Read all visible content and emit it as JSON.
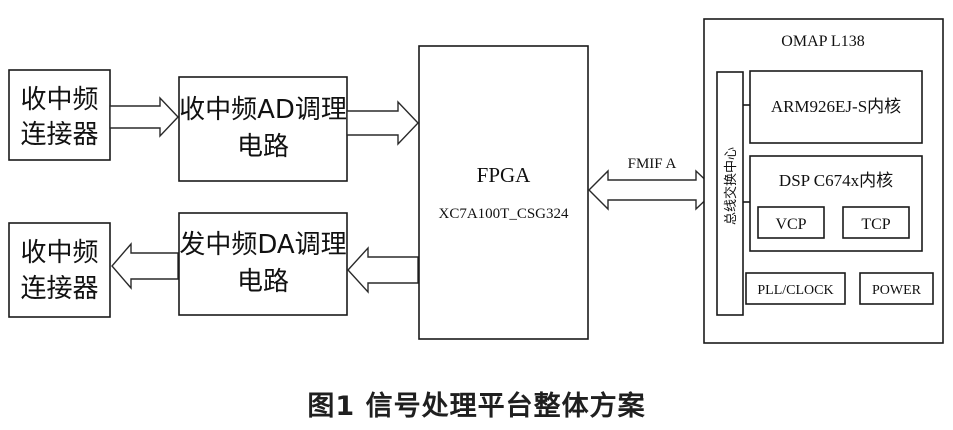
{
  "blocks": {
    "rx_connector": [
      "收中频",
      "连接器"
    ],
    "rx_if_ad": [
      "收中频AD调理",
      "电路"
    ],
    "tx_connector": [
      "收中频",
      "连接器"
    ],
    "tx_if_da": [
      "发中频DA调理",
      "电路"
    ],
    "fpga": {
      "title": "FPGA",
      "part": "XC7A100T_CSG324"
    },
    "omap": {
      "title": "OMAP L138",
      "bus_hub": "总线交换中心",
      "arm": "ARM926EJ-S内核",
      "dsp": "DSP C674x内核",
      "vcp": "VCP",
      "tcp": "TCP",
      "pll": "PLL/CLOCK",
      "power": "POWER"
    }
  },
  "link_label": "FMIF A",
  "caption": "图1  信号处理平台整体方案"
}
